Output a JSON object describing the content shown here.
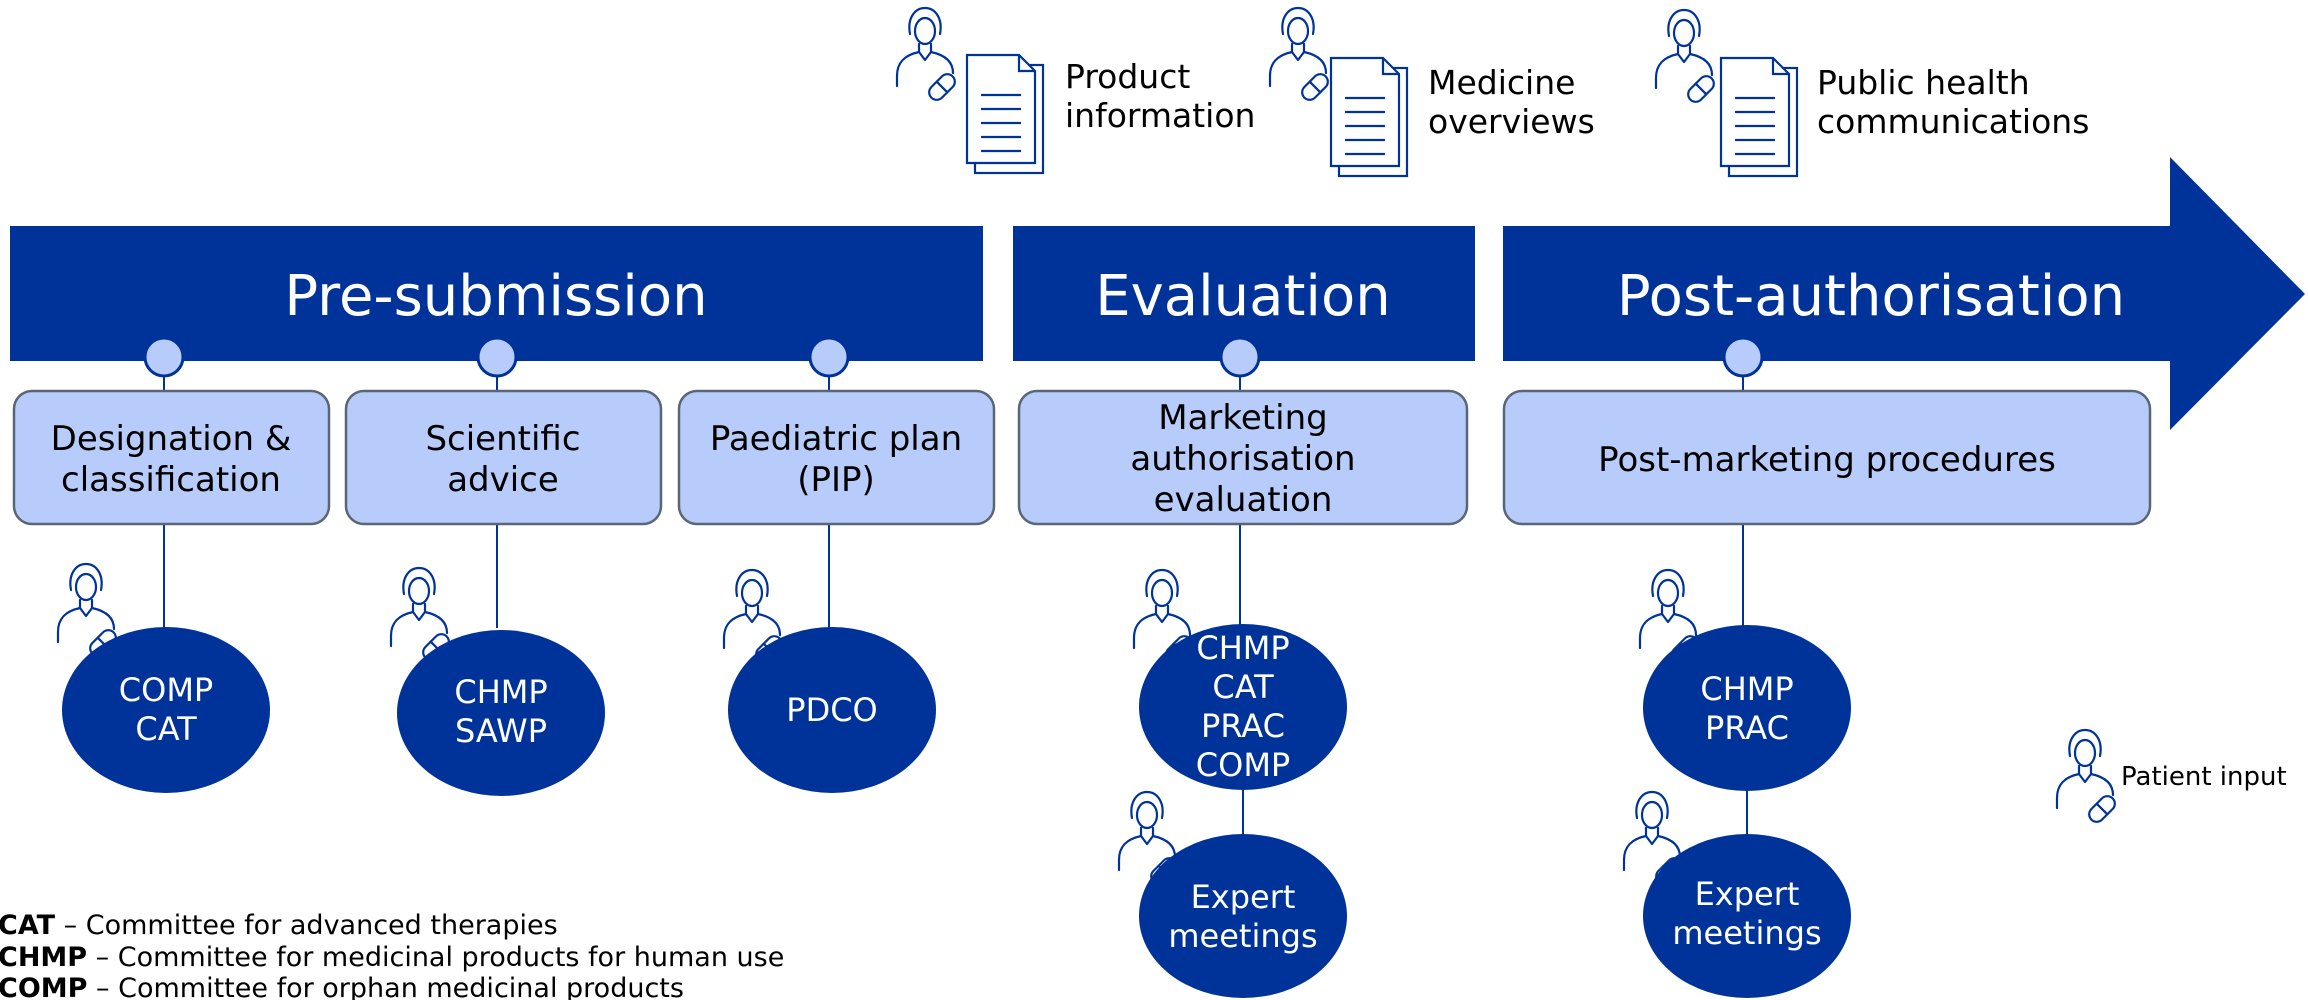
{
  "colors": {
    "primary": "#003399",
    "step_fill": "#b8ccfb",
    "step_stroke": "#5a6675",
    "white": "#ffffff"
  },
  "documents": [
    {
      "line1": "Product",
      "line2": "information"
    },
    {
      "line1": "Medicine",
      "line2": "overviews"
    },
    {
      "line1": "Public health",
      "line2": "communications"
    }
  ],
  "phases": [
    {
      "label": "Pre-submission"
    },
    {
      "label": "Evaluation"
    },
    {
      "label": "Post-authorisation"
    }
  ],
  "steps": [
    {
      "lines": [
        "Designation &",
        "classification"
      ]
    },
    {
      "lines": [
        "Scientific",
        "advice"
      ]
    },
    {
      "lines": [
        "Paediatric plan",
        "(PIP)"
      ]
    },
    {
      "lines": [
        "Marketing",
        "authorisation",
        "evaluation"
      ]
    },
    {
      "lines": [
        "Post-marketing procedures"
      ]
    }
  ],
  "committees": [
    {
      "lines": [
        "COMP",
        "CAT"
      ]
    },
    {
      "lines": [
        "CHMP",
        "SAWP"
      ]
    },
    {
      "lines": [
        "PDCO"
      ]
    },
    {
      "lines": [
        "CHMP",
        "CAT",
        "PRAC",
        "COMP"
      ]
    },
    {
      "lines": [
        "CHMP",
        "PRAC"
      ]
    }
  ],
  "expert_meetings": [
    {
      "lines": [
        "Expert",
        "meetings"
      ]
    },
    {
      "lines": [
        "Expert",
        "meetings"
      ]
    }
  ],
  "legend": [
    {
      "abbr": "CAT",
      "desc": "– Committee for advanced therapies"
    },
    {
      "abbr": "CHMP",
      "desc": "– Committee for medicinal products for human use"
    },
    {
      "abbr": "COMP",
      "desc": "– Committee for orphan medicinal products"
    }
  ],
  "patient_legend": {
    "label": "Patient input"
  }
}
